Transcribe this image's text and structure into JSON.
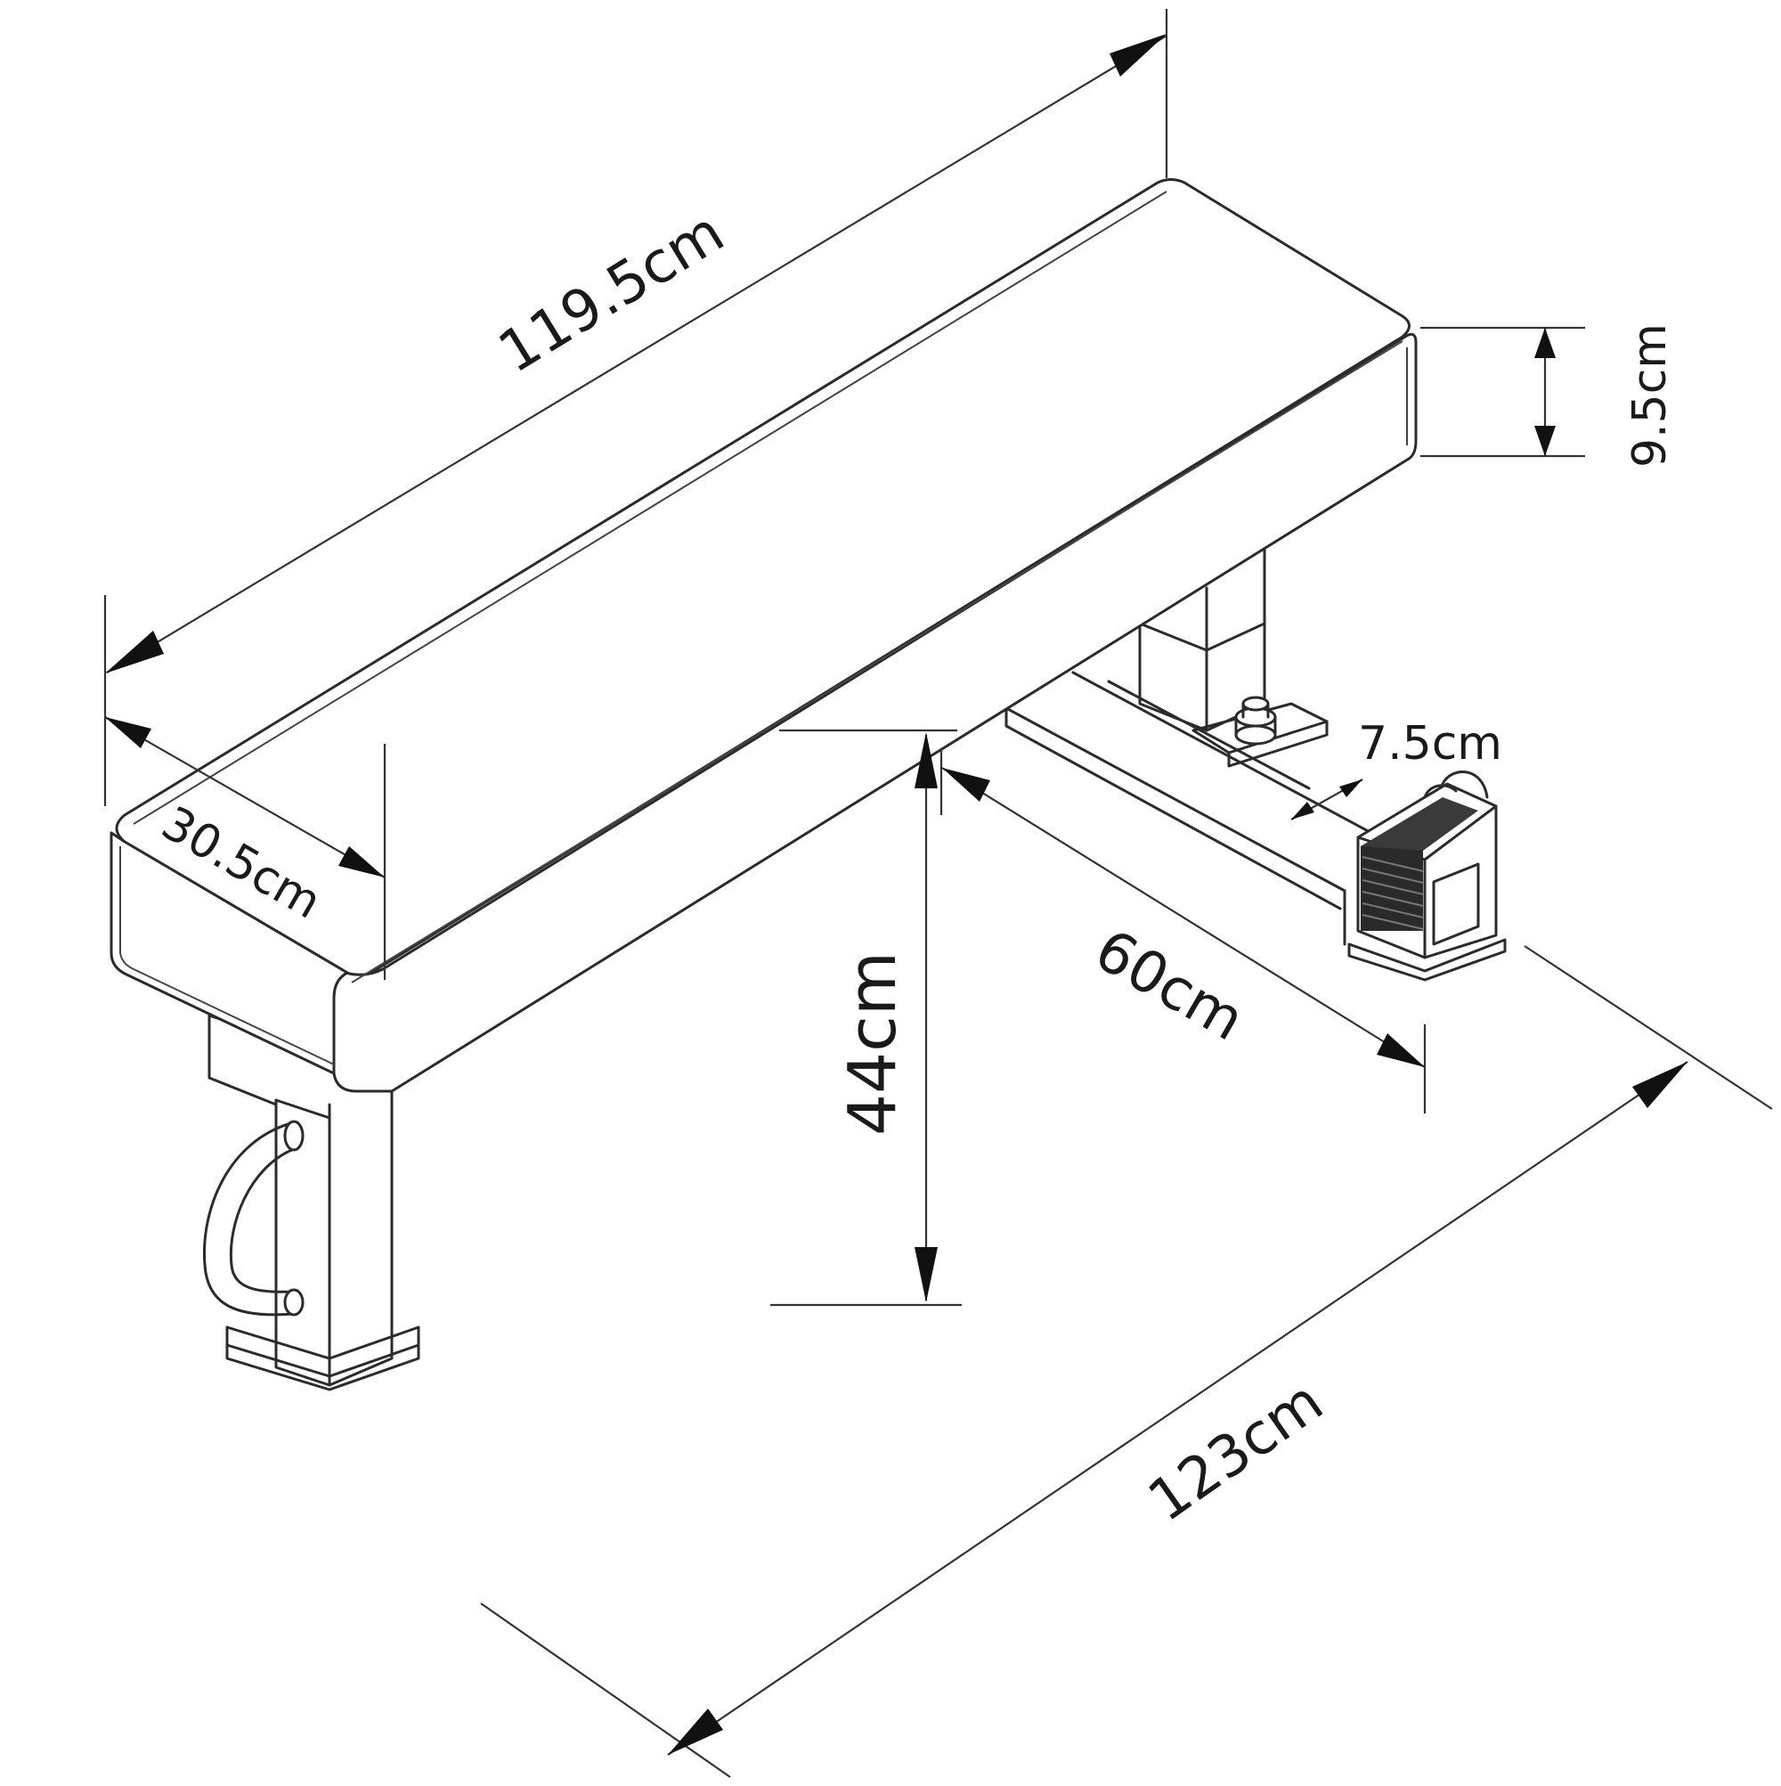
{
  "dimensions": {
    "bench_length": "119.5cm",
    "pad_width": "30.5cm",
    "pad_thickness": "9.5cm",
    "seat_height": "44cm",
    "leg_depth": "60cm",
    "tube_width": "7.5cm",
    "overall_length": "123cm"
  },
  "colors": {
    "line": "#2b2b2b",
    "arrow": "#111111",
    "background": "#ffffff"
  }
}
